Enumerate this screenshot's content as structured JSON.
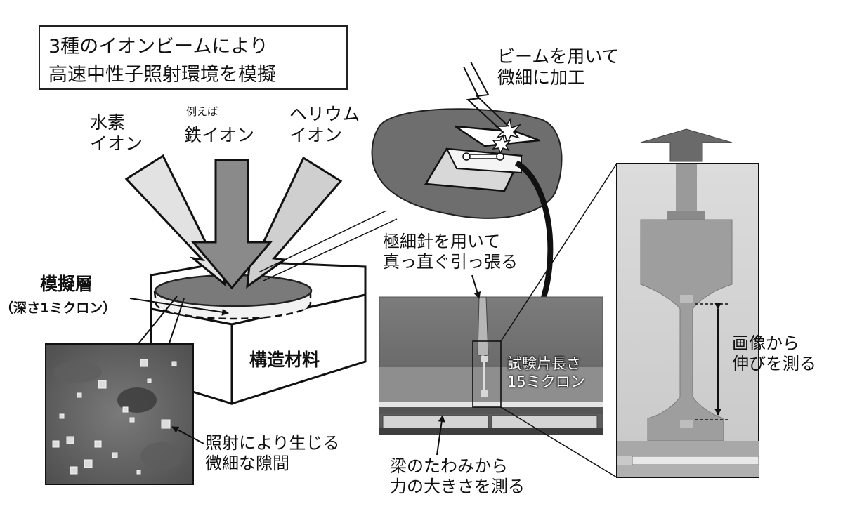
{
  "title": {
    "line1": "3種のイオンビームにより",
    "line2": "高速中性子照射環境を模擬"
  },
  "ions": {
    "hydrogen": {
      "line1": "水素",
      "line2": "イオン"
    },
    "iron": {
      "prefix": "例えば",
      "line1": "鉄イオン"
    },
    "helium": {
      "line1": "ヘリウム",
      "line2": "イオン"
    }
  },
  "layer": {
    "name": "模擬層",
    "depth": "（深さ1ミクロン）"
  },
  "material": "構造材料",
  "voids": {
    "line1": "照射により生じる",
    "line2": "微細な隙間"
  },
  "machining": {
    "line1": "ビームを用いて",
    "line2": "微細に加工"
  },
  "needle": {
    "line1": "極細針を用いて",
    "line2": "真っ直ぐ引っ張る"
  },
  "specimen": {
    "line1": "試験片長さ",
    "line2": "15ミクロン"
  },
  "beam_force": {
    "line1": "梁のたわみから",
    "line2": "力の大きさを測る"
  },
  "elongation": {
    "line1": "画像から",
    "line2": "伸びを測る"
  },
  "colors": {
    "light_arrow": "#e2e2e2",
    "mid_arrow": "#8a8a8a",
    "dark_grey": "#6e6e6e",
    "outline": "#111111"
  }
}
